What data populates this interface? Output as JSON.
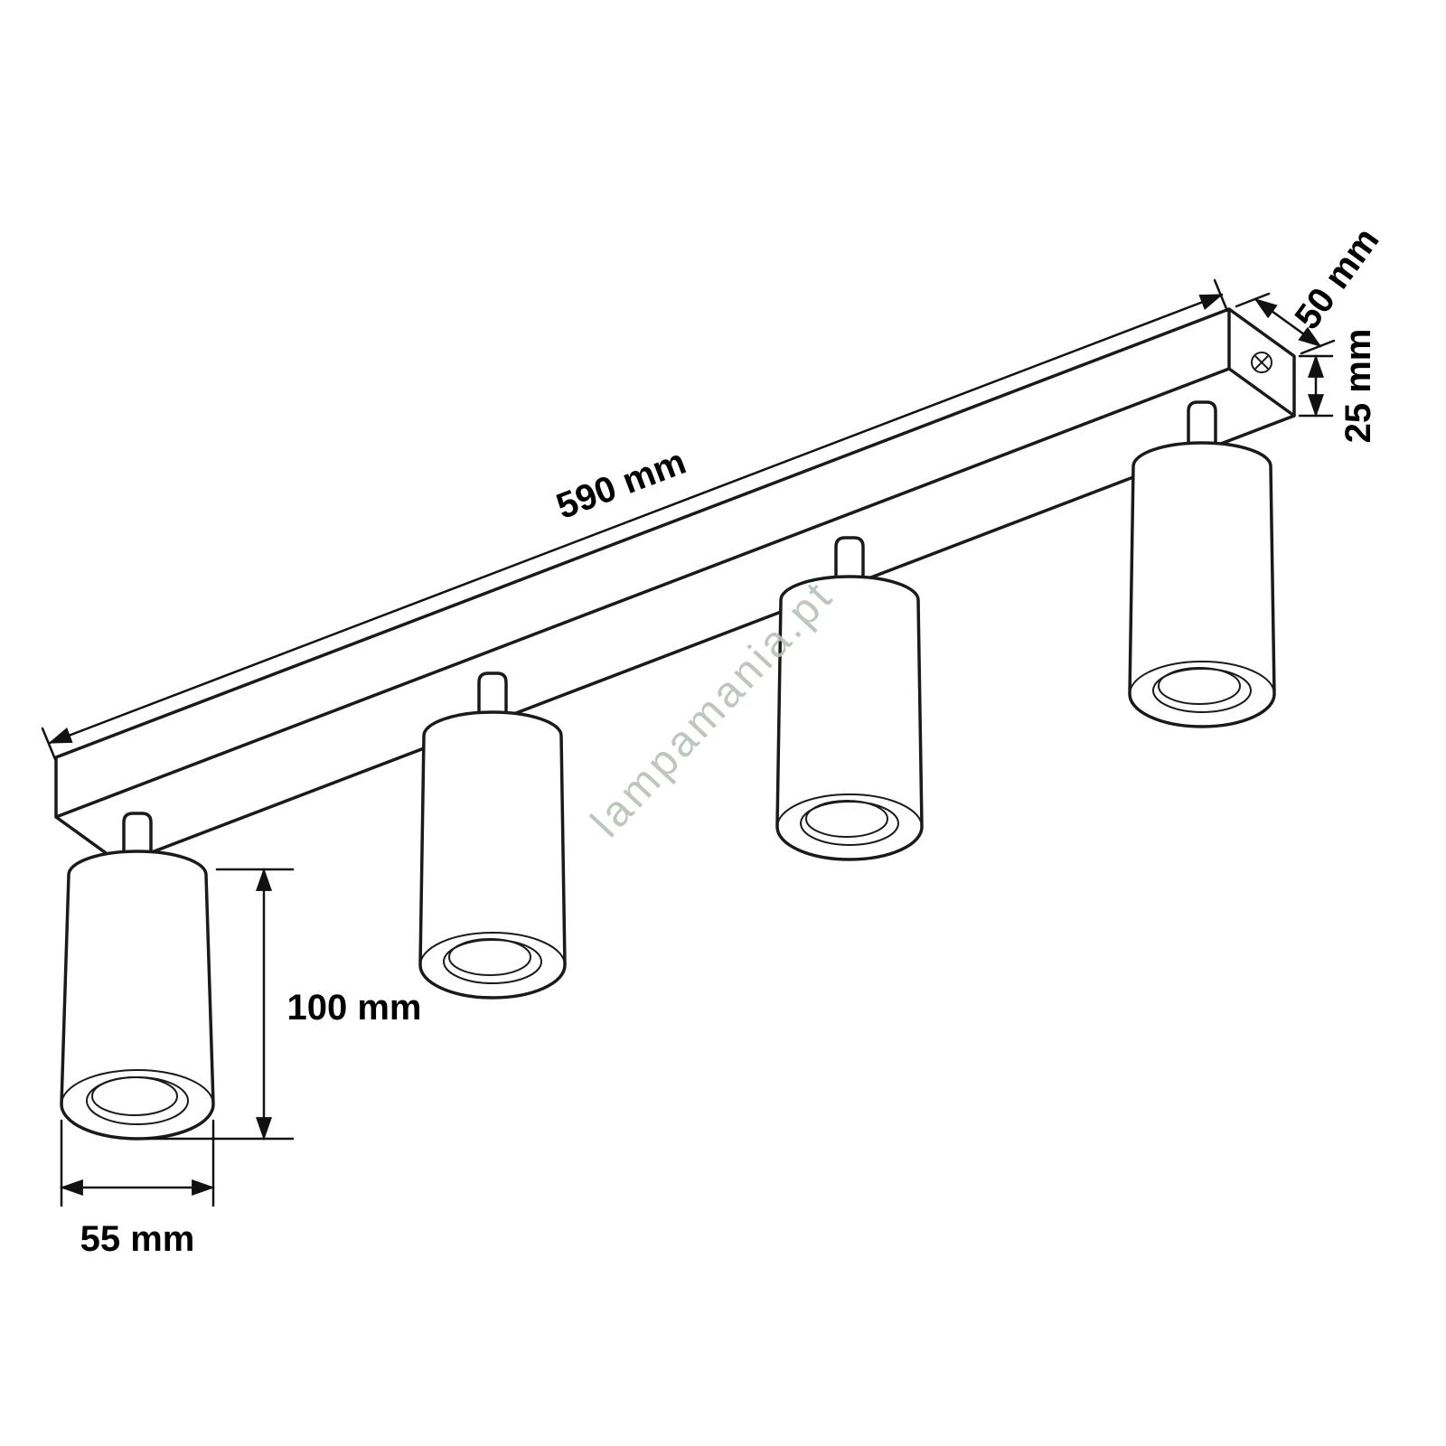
{
  "diagram": {
    "type": "technical-dimension-drawing",
    "subject": "four-spot ceiling light fixture",
    "dimensions": {
      "rail_length": "590 mm",
      "rail_width": "50 mm",
      "rail_height": "25 mm",
      "spot_height": "100 mm",
      "spot_diameter": "55 mm"
    },
    "watermark": "lampamania.pt",
    "colors": {
      "line": "#1a1a1a",
      "label": "#000000",
      "watermark": "#b6c1b8",
      "background": "#ffffff"
    }
  }
}
